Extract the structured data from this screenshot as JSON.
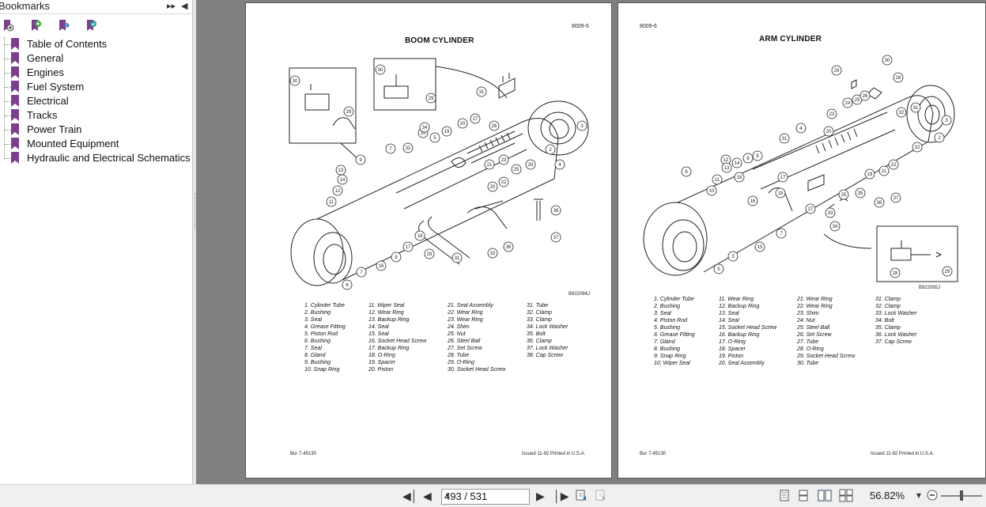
{
  "sidebar": {
    "title": "Bookmarks",
    "expand_icon": "double-chevron-right-icon",
    "collapse_icon": "triangle-left-icon",
    "tools": [
      "bookmark-options-icon",
      "new-bookmark-icon",
      "expand-bookmark-icon",
      "bookmark-check-icon"
    ],
    "items": [
      {
        "label": "Table of Contents"
      },
      {
        "label": "General"
      },
      {
        "label": "Engines"
      },
      {
        "label": "Fuel System"
      },
      {
        "label": "Electrical"
      },
      {
        "label": "Tracks"
      },
      {
        "label": "Power Train"
      },
      {
        "label": "Mounted Equipment"
      },
      {
        "label": "Hydraulic and Electrical Schematics"
      }
    ]
  },
  "pages": [
    {
      "page_number": "8009-5",
      "title": "BOOM CYLINDER",
      "figure_id": "B922084J",
      "parts": [
        [
          "1. Cylinder Tube",
          "2. Bushing",
          "3. Seal",
          "4. Grease Fitting",
          "5. Piston Rod",
          "6. Bushing",
          "7. Seal",
          "8. Gland",
          "9. Bushing",
          "10. Snap Ring"
        ],
        [
          "11. Wiper Seal",
          "12. Wear Ring",
          "13. Backup Ring",
          "14. Seal",
          "15. Seal",
          "16. Socket Head Screw",
          "17. Backup Ring",
          "18. O-Ring",
          "19. Spacer",
          "20. Piston"
        ],
        [
          "21. Seal Assembly",
          "22. Wear Ring",
          "23. Wear Ring",
          "24. Shim",
          "25. Nut",
          "26. Steel Ball",
          "27. Set Screw",
          "28. Tube",
          "29. O-Ring",
          "30. Socket Head Screw"
        ],
        [
          "31. Tube",
          "32. Clamp",
          "33. Clamp",
          "34. Lock Washer",
          "35. Bolt",
          "36. Clamp",
          "37. Lock Washer",
          "38. Cap Screw"
        ]
      ],
      "footer_left": "Bur 7-45130",
      "footer_right": "Issued 11-92     Printed in U.S.A."
    },
    {
      "page_number": "8009-6",
      "title": "ARM CYLINDER",
      "figure_id": "B922085J",
      "parts": [
        [
          "1. Cylinder Tube",
          "2. Bushing",
          "3. Seal",
          "4. Piston Rod",
          "5. Bushing",
          "6. Grease Fitting",
          "7. Gland",
          "8. Bushing",
          "9. Snap Ring",
          "10. Wiper Seal"
        ],
        [
          "11. Wear Ring",
          "12. Backup Ring",
          "13. Seal",
          "14. Seal",
          "15. Socket Head Screw",
          "16. Backup Ring",
          "17. O-Ring",
          "18. Spacer",
          "19. Piston",
          "20. Seal Assembly"
        ],
        [
          "21. Wear Ring",
          "22. Wear Ring",
          "23. Shim",
          "24. Nut",
          "25. Steel Ball",
          "26. Set Screw",
          "27. Tube",
          "28. O-Ring",
          "29. Socket Head Screw",
          "30. Tube"
        ],
        [
          "31. Clamp",
          "32. Clamp",
          "33. Lock Washer",
          "34. Bolt",
          "35. Clamp",
          "36. Lock Washer",
          "37. Cap Screw"
        ]
      ],
      "footer_left": "Bur 7-45130",
      "footer_right": "Issued 11-92     Printed in U.S.A."
    }
  ],
  "toolbar": {
    "first_icon": "first-page-icon",
    "prev_icon": "previous-page-icon",
    "page_display": "493 / 531",
    "next_icon": "next-page-icon",
    "last_icon": "last-page-icon",
    "zoom": "56.82%",
    "colors": {
      "bg": "#f0f0f0",
      "canvas": "#808080",
      "bookmark": "#7b3f8c"
    }
  }
}
